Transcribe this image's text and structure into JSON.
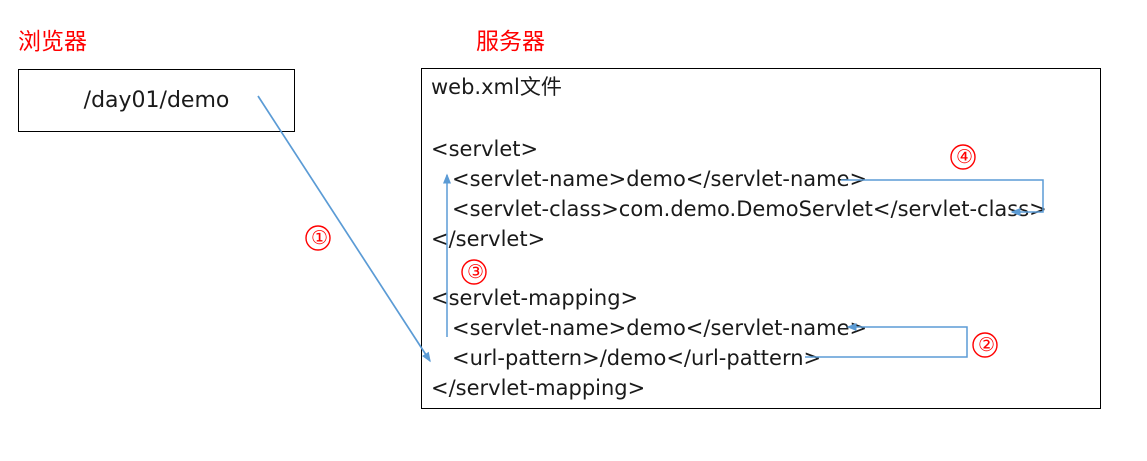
{
  "diagram": {
    "title_browser": "浏览器",
    "title_server": "服务器",
    "accent_red": "#ff0000",
    "arrow_blue": "#5b9bd5",
    "border_black": "#000000",
    "text_black": "#1a1a1a"
  },
  "browser": {
    "label": "浏览器",
    "url": "/day01/demo"
  },
  "server": {
    "label": "服务器",
    "file_title": "web.xml文件",
    "lines": [
      {
        "id": "servlet-open",
        "text": "<servlet>",
        "indent": 0
      },
      {
        "id": "servlet-name-1",
        "text": "<servlet-name>demo</servlet-name>",
        "indent": 1
      },
      {
        "id": "servlet-class",
        "text": "<servlet-class>com.demo.DemoServlet</servlet-class>",
        "indent": 1
      },
      {
        "id": "servlet-close",
        "text": "</servlet>",
        "indent": 0
      },
      {
        "id": "servlet-mapping-open",
        "text": "<servlet-mapping>",
        "indent": 0
      },
      {
        "id": "servlet-name-2",
        "text": "<servlet-name>demo</servlet-name>",
        "indent": 1
      },
      {
        "id": "url-pattern",
        "text": "<url-pattern>/demo</url-pattern>",
        "indent": 1
      },
      {
        "id": "servlet-mapping-close",
        "text": "</servlet-mapping>",
        "indent": 0
      }
    ]
  },
  "annotations": [
    {
      "id": "step-1",
      "marker": "①",
      "meaning": "browser-request-to-url-pattern"
    },
    {
      "id": "step-2",
      "marker": "②",
      "meaning": "url-pattern-to-mapping-servlet-name"
    },
    {
      "id": "step-3",
      "marker": "③",
      "meaning": "mapping-servlet-name-to-servlet-servlet-name"
    },
    {
      "id": "step-4",
      "marker": "④",
      "meaning": "servlet-name-to-servlet-class"
    }
  ]
}
